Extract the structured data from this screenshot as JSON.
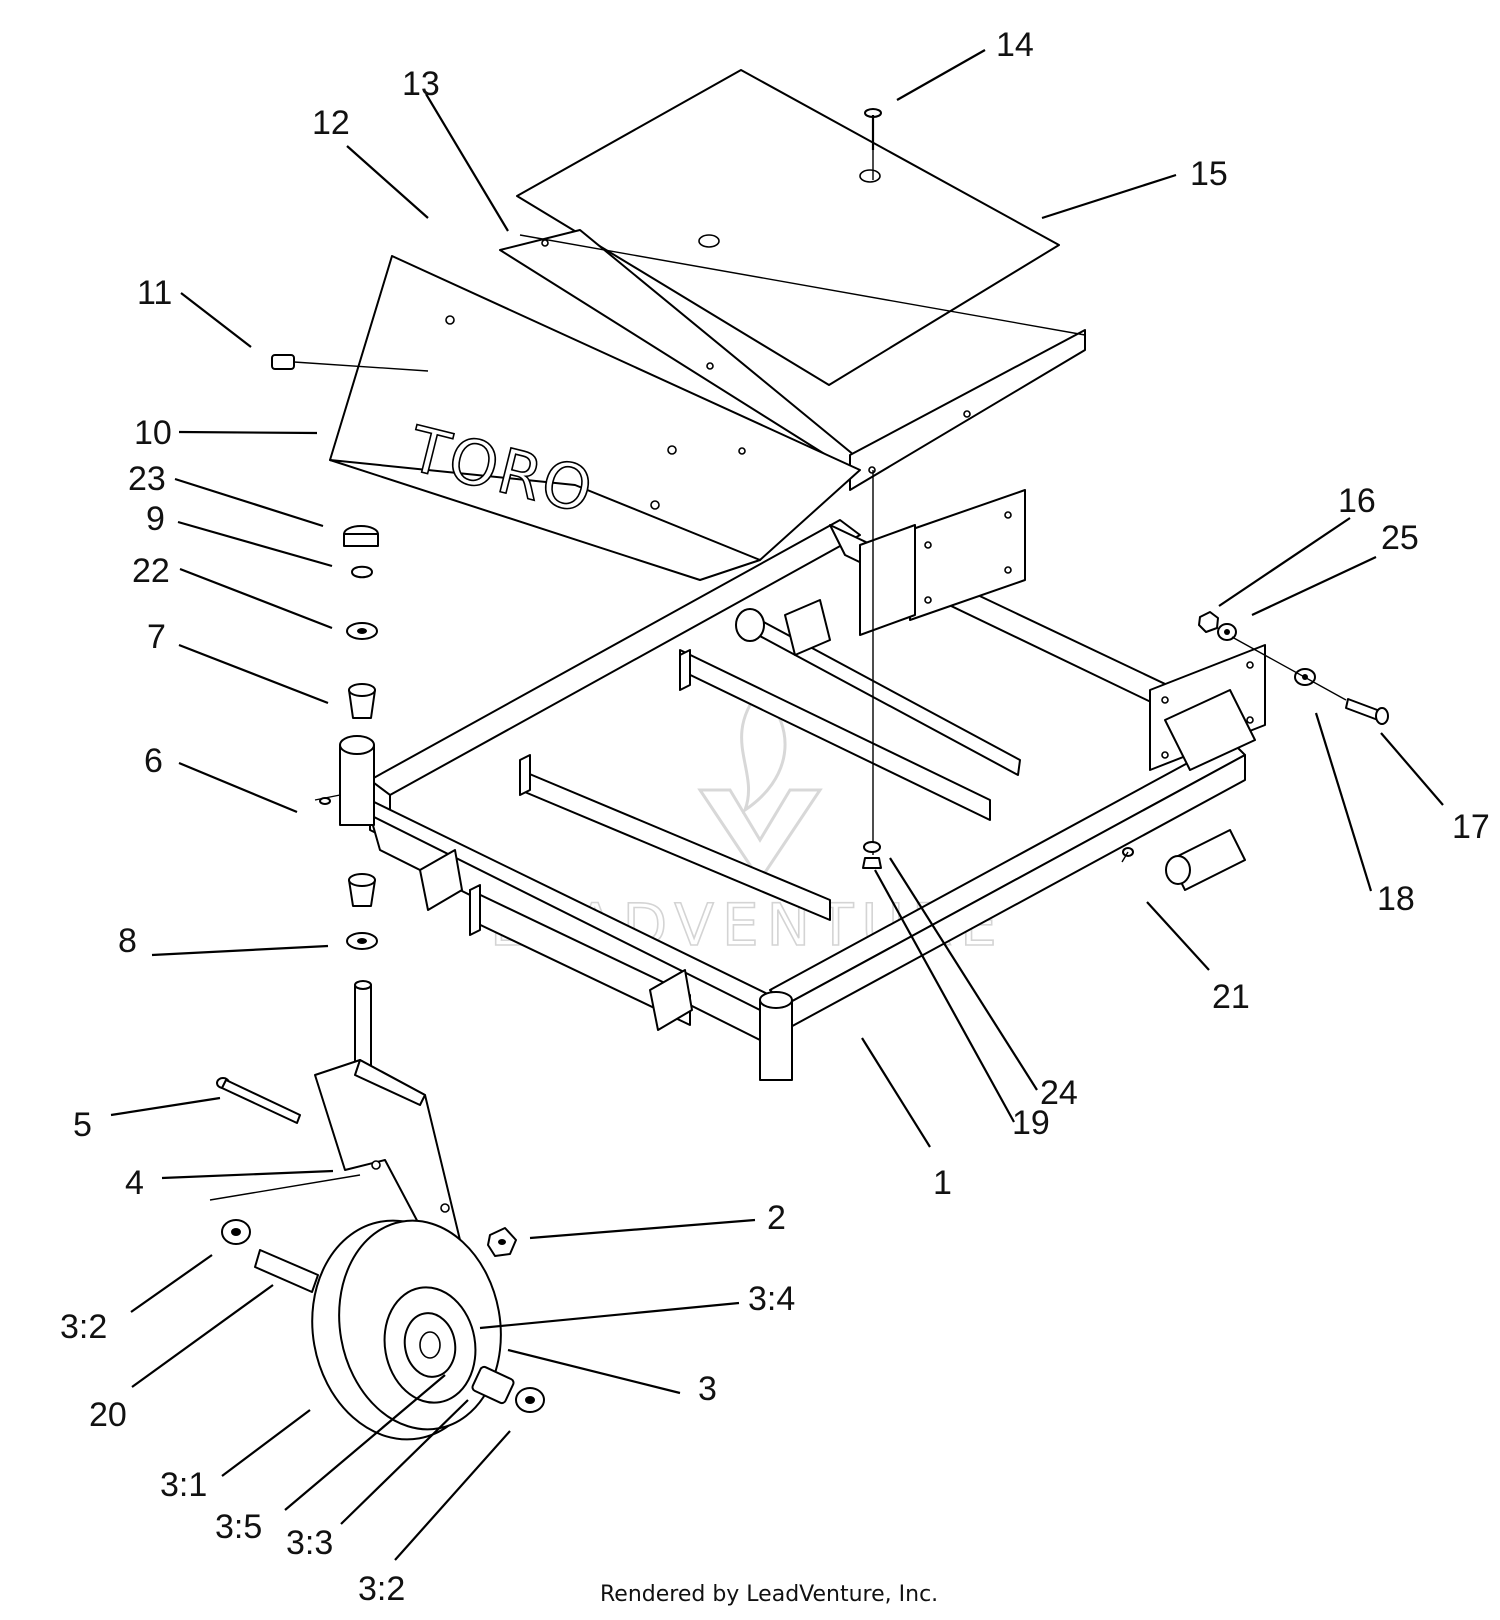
{
  "diagram": {
    "brand_decal": "TORO",
    "watermark": "LEADVENTURE",
    "footer": "Rendered by LeadVenture, Inc.",
    "callouts": {
      "c1": "1",
      "c2": "2",
      "c3": "3",
      "c3_1": "3:1",
      "c3_2a": "3:2",
      "c3_2b": "3:2",
      "c3_3": "3:3",
      "c3_4": "3:4",
      "c3_5": "3:5",
      "c4": "4",
      "c5": "5",
      "c6": "6",
      "c7": "7",
      "c8": "8",
      "c9": "9",
      "c10": "10",
      "c11": "11",
      "c12": "12",
      "c13": "13",
      "c14": "14",
      "c15": "15",
      "c16": "16",
      "c17": "17",
      "c18": "18",
      "c19": "19",
      "c20": "20",
      "c21": "21",
      "c22": "22",
      "c23": "23",
      "c24": "24",
      "c25": "25"
    }
  }
}
